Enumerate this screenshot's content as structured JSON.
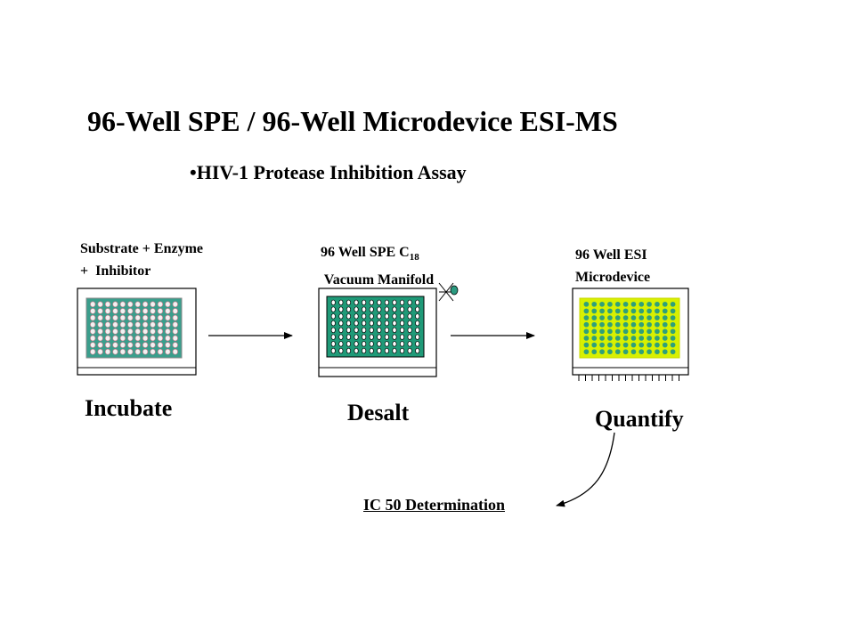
{
  "title": "96-Well SPE / 96-Well Microdevice ESI-MS",
  "subtitle": "•HIV-1 Protease Inhibition Assay",
  "stages": [
    {
      "label_line1": "Substrate + Enzyme",
      "label_line2": "+  Inhibitor",
      "step": "Incubate",
      "plate_color": "#3a9e8c",
      "well_color": "#f2f2f2",
      "well_outline": "#c77a8a"
    },
    {
      "label_line1": "96 Well SPE C",
      "label_sub": "18",
      "label_line2": " Vacuum Manifold",
      "step": "Desalt",
      "plate_color": "#1f9a78",
      "well_color": "#ffffff",
      "well_outline": "#000000"
    },
    {
      "label_line1": "96 Well ESI",
      "label_line2": "Microdevice",
      "step": "Quantify",
      "plate_color": "#d8f000",
      "well_color": "#2fa07a",
      "well_outline": "#d8f000"
    }
  ],
  "result": "IC 50 Determination"
}
